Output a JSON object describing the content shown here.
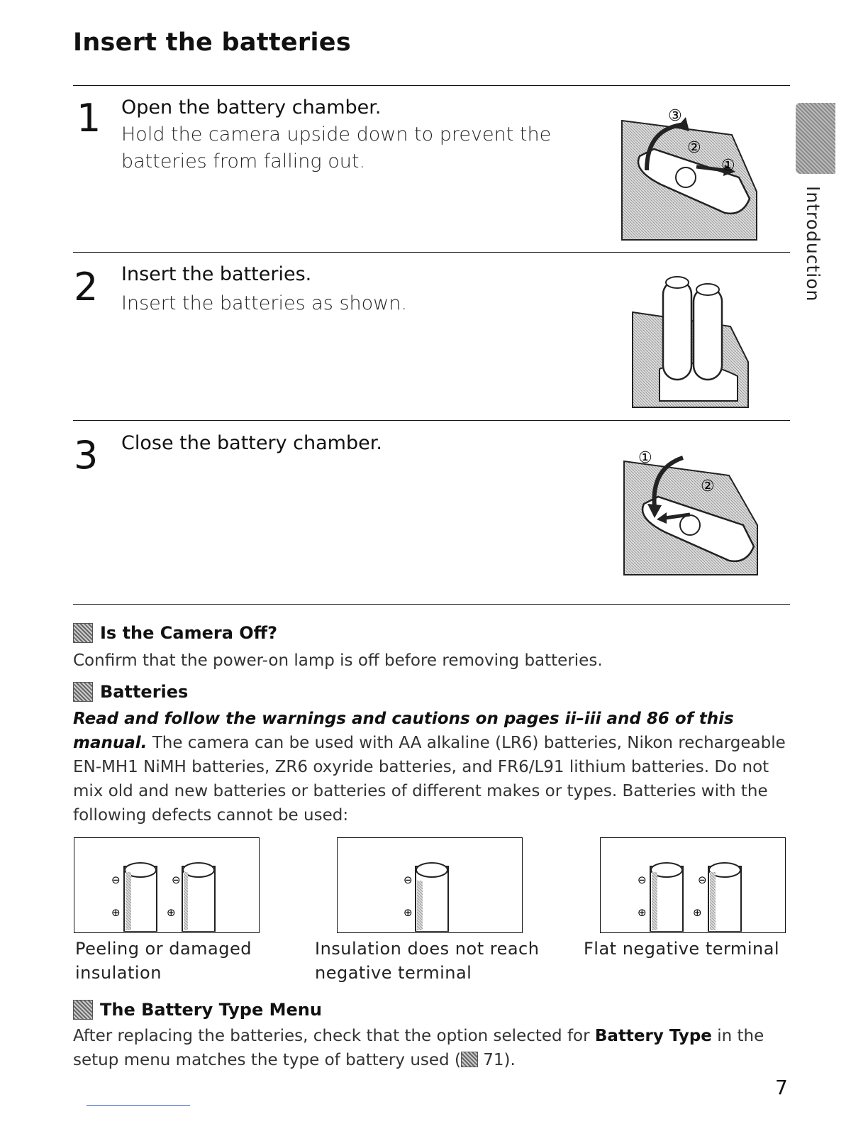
{
  "page": {
    "title": "Insert the batteries",
    "side_tab": "Introduction",
    "page_number": "7"
  },
  "steps": [
    {
      "number": "1",
      "heading": "Open the battery chamber.",
      "description": "Hold the camera upside down to prevent the batteries from falling out.",
      "callouts": [
        "③",
        "②",
        "①"
      ]
    },
    {
      "number": "2",
      "heading": "Insert the batteries.",
      "description": "Insert the batteries as shown."
    },
    {
      "number": "3",
      "heading": "Close the battery chamber.",
      "description": "",
      "callouts": [
        "①",
        "②"
      ]
    }
  ],
  "notes": {
    "camera_off": {
      "heading": "Is the Camera Off?",
      "body": "Confirm that the power-on lamp is off before removing batteries."
    },
    "batteries": {
      "heading": "Batteries",
      "emphasis": "Read and follow the warnings and cautions on pages ii–iii and 86 of this manual.",
      "body": " The camera can be used with AA alkaline (LR6) batteries, Nikon rechargeable EN-MH1 NiMH batteries, ZR6 oxyride batteries, and FR6/L91 lithium batteries. Do not mix old and new batteries or batteries of different makes or types. Batteries with the following defects cannot be used:"
    },
    "battery_type_menu": {
      "heading": "The Battery Type Menu",
      "body_before": "After replacing the batteries, check that the option selected for ",
      "menu_item": "Battery Type",
      "body_after": " in the setup menu matches the type of battery used (",
      "ref_page": " 71)."
    }
  },
  "defects": [
    {
      "caption": "Peeling or damaged insulation"
    },
    {
      "caption": "Insulation does not reach negative terminal"
    },
    {
      "caption": "Flat negative terminal"
    }
  ],
  "symbols": {
    "negative": "⊖",
    "positive": "⊕"
  }
}
